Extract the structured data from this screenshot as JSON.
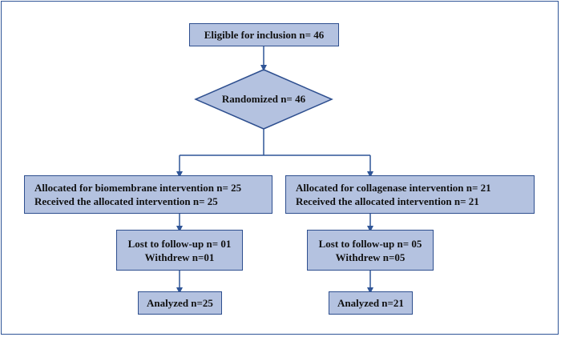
{
  "flowchart": {
    "eligible": "Eligible for inclusion n= 46",
    "randomized": "Randomized n= 46",
    "left_branch": {
      "allocated_line1": "Allocated for biomembrane intervention n= 25",
      "allocated_line2": "Received the allocated intervention n= 25",
      "lost_line1": "Lost to follow-up n= 01",
      "lost_line2": "Withdrew n=01",
      "analyzed": "Analyzed n=25"
    },
    "right_branch": {
      "allocated_line1": "Allocated for collagenase intervention n= 21",
      "allocated_line2": "Received the allocated intervention n= 21",
      "lost_line1": "Lost to follow-up n= 05",
      "lost_line2": "Withdrew n=05",
      "analyzed": "Analyzed n=21"
    }
  },
  "colors": {
    "box_fill": "#b4c2e0",
    "box_border": "#2e4f8f",
    "connector": "#2f5597"
  }
}
